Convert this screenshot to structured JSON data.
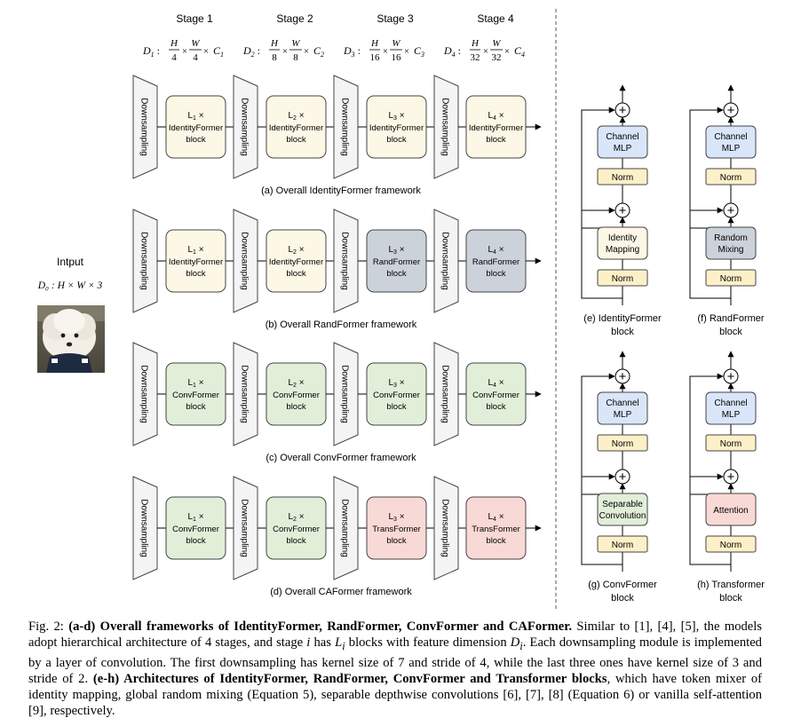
{
  "stages": [
    {
      "title": "Stage 1",
      "dim": "D₁ : H/4 × W/4 × C₁",
      "dim_label": "D",
      "dim_sub": "1",
      "div": "4",
      "c_sub": "1"
    },
    {
      "title": "Stage 2",
      "dim": "D₂ : H/8 × W/8 × C₂",
      "dim_label": "D",
      "dim_sub": "2",
      "div": "8",
      "c_sub": "2"
    },
    {
      "title": "Stage 3",
      "dim": "D₃ : H/16 × W/16 × C₃",
      "dim_label": "D",
      "dim_sub": "3",
      "div": "16",
      "c_sub": "3"
    },
    {
      "title": "Stage 4",
      "dim": "D₄ : H/32 × W/32 × C₄",
      "dim_label": "D",
      "dim_sub": "4",
      "div": "32",
      "c_sub": "4"
    }
  ],
  "math": {
    "H": "H",
    "W": "W",
    "C": "C",
    "times": "×",
    "colon": ":"
  },
  "downsampling_label": "Downsampling",
  "input": {
    "title": "Intput",
    "dim": "D₀ : H × W × 3",
    "image_desc": "photo of a white fluffy dog"
  },
  "frameworks": [
    {
      "caption": "(a) Overall IdentityFormer framework",
      "blocks": [
        {
          "count": "L₁ ×",
          "l_sub": "1",
          "name": "IdentityFormer",
          "suffix": "block",
          "kind": "identity"
        },
        {
          "count": "L₂ ×",
          "l_sub": "2",
          "name": "IdentityFormer",
          "suffix": "block",
          "kind": "identity"
        },
        {
          "count": "L₃ ×",
          "l_sub": "3",
          "name": "IdentityFormer",
          "suffix": "block",
          "kind": "identity"
        },
        {
          "count": "L₄ ×",
          "l_sub": "4",
          "name": "IdentityFormer",
          "suffix": "block",
          "kind": "identity"
        }
      ]
    },
    {
      "caption": "(b) Overall RandFormer framework",
      "blocks": [
        {
          "count": "L₁ ×",
          "l_sub": "1",
          "name": "IdentityFormer",
          "suffix": "block",
          "kind": "identity"
        },
        {
          "count": "L₂ ×",
          "l_sub": "2",
          "name": "IdentityFormer",
          "suffix": "block",
          "kind": "identity"
        },
        {
          "count": "L₃ ×",
          "l_sub": "3",
          "name": "RandFormer",
          "suffix": "block",
          "kind": "rand"
        },
        {
          "count": "L₄ ×",
          "l_sub": "4",
          "name": "RandFormer",
          "suffix": "block",
          "kind": "rand"
        }
      ]
    },
    {
      "caption": "(c) Overall ConvFormer framework",
      "blocks": [
        {
          "count": "L₁ ×",
          "l_sub": "1",
          "name": "ConvFormer",
          "suffix": "block",
          "kind": "conv"
        },
        {
          "count": "L₂ ×",
          "l_sub": "2",
          "name": "ConvFormer",
          "suffix": "block",
          "kind": "conv"
        },
        {
          "count": "L₃ ×",
          "l_sub": "3",
          "name": "ConvFormer",
          "suffix": "block",
          "kind": "conv"
        },
        {
          "count": "L₄ ×",
          "l_sub": "4",
          "name": "ConvFormer",
          "suffix": "block",
          "kind": "conv"
        }
      ]
    },
    {
      "caption": "(d) Overall CAFormer framework",
      "blocks": [
        {
          "count": "L₁ ×",
          "l_sub": "1",
          "name": "ConvFormer",
          "suffix": "block",
          "kind": "conv"
        },
        {
          "count": "L₂ ×",
          "l_sub": "2",
          "name": "ConvFormer",
          "suffix": "block",
          "kind": "conv"
        },
        {
          "count": "L₃ ×",
          "l_sub": "3",
          "name": "TransFormer",
          "suffix": "block",
          "kind": "trans"
        },
        {
          "count": "L₄ ×",
          "l_sub": "4",
          "name": "TransFormer",
          "suffix": "block",
          "kind": "trans"
        }
      ]
    }
  ],
  "block_details": [
    {
      "caption_line1": "(e) IdentityFormer",
      "caption_line2": "block",
      "mixer": [
        "Identity",
        "Mapping"
      ],
      "mixer_kind": "identity",
      "norm": "Norm",
      "mlp": [
        "Channel",
        "MLP"
      ]
    },
    {
      "caption_line1": "(f) RandFormer",
      "caption_line2": "block",
      "mixer": [
        "Random",
        "Mixing"
      ],
      "mixer_kind": "rand",
      "norm": "Norm",
      "mlp": [
        "Channel",
        "MLP"
      ]
    },
    {
      "caption_line1": "(g) ConvFormer",
      "caption_line2": "block",
      "mixer": [
        "Separable",
        "Convolution"
      ],
      "mixer_kind": "conv",
      "norm": "Norm",
      "mlp": [
        "Channel",
        "MLP"
      ]
    },
    {
      "caption_line1": "(h) Transformer",
      "caption_line2": "block",
      "mixer": [
        "Attention"
      ],
      "mixer_kind": "trans",
      "norm": "Norm",
      "mlp": [
        "Channel",
        "MLP"
      ]
    }
  ],
  "plus_symbol": "+",
  "colors": {
    "identity": "#fdf7e6",
    "rand": "#ccd2da",
    "conv": "#e1efd9",
    "trans": "#f9d9d5",
    "mlp": "#d9e6fa",
    "norm": "#fdf0c9",
    "down": "#f4f4f4",
    "stroke": "#444444"
  },
  "caption": {
    "fig_label": "Fig. 2: ",
    "part1_bold": "(a-d) Overall frameworks of IdentityFormer, RandFormer, ConvFormer and CAFormer.",
    "part2": " Similar to [1], [4], [5], the models adopt hierarchical architecture of 4 stages, and stage ",
    "i": "i",
    "part3": " has ",
    "Li": "L",
    "Li_sub": "i",
    "part4": " blocks with feature dimension ",
    "Di": "D",
    "Di_sub": "i",
    "part5": ". Each downsampling module is implemented by a layer of convolution. The first downsampling has kernel size of 7 and stride of 4, while the last three ones have kernel size of 3 and stride of 2. ",
    "part6_bold": "(e-h) Architectures of IdentityFormer, RandFormer, ConvFormer and Transformer blocks",
    "part7": ", which have token mixer of identity mapping, global random mixing (Equation 5), separable depthwise convolutions [6], [7], [8] (Equation 6) or vanilla self-attention [9], respectively."
  }
}
